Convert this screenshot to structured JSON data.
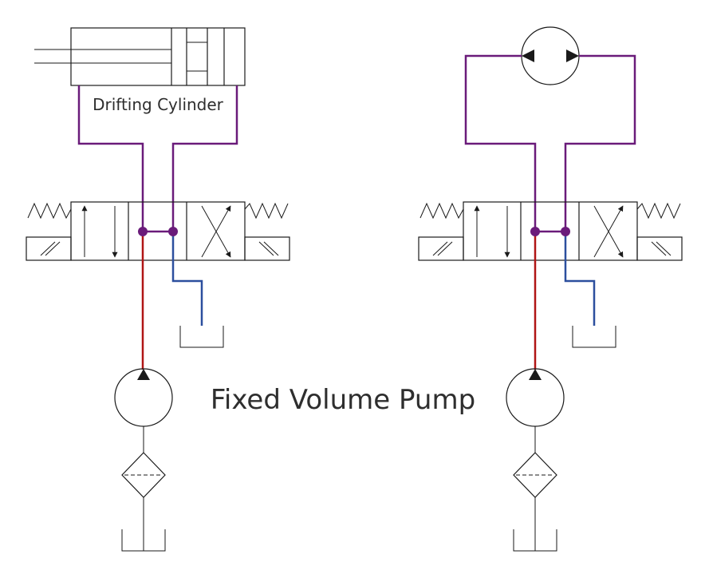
{
  "labels": {
    "cylinder": "Drifting Cylinder",
    "pump": "Fixed Volume Pump"
  },
  "colors": {
    "pressure_line": "#b01515",
    "return_line": "#2c4f9e",
    "work_line": "#6a1b7a",
    "symbol_stroke": "#1a1a1a"
  },
  "circuits": [
    {
      "name": "cylinder-circuit",
      "actuator": "double-acting cylinder",
      "valve": "4/3 directional control valve, spring centered, solenoid operated"
    },
    {
      "name": "motor-circuit",
      "actuator": "bi-directional hydraulic motor",
      "valve": "4/3 directional control valve, spring centered, solenoid operated"
    }
  ]
}
